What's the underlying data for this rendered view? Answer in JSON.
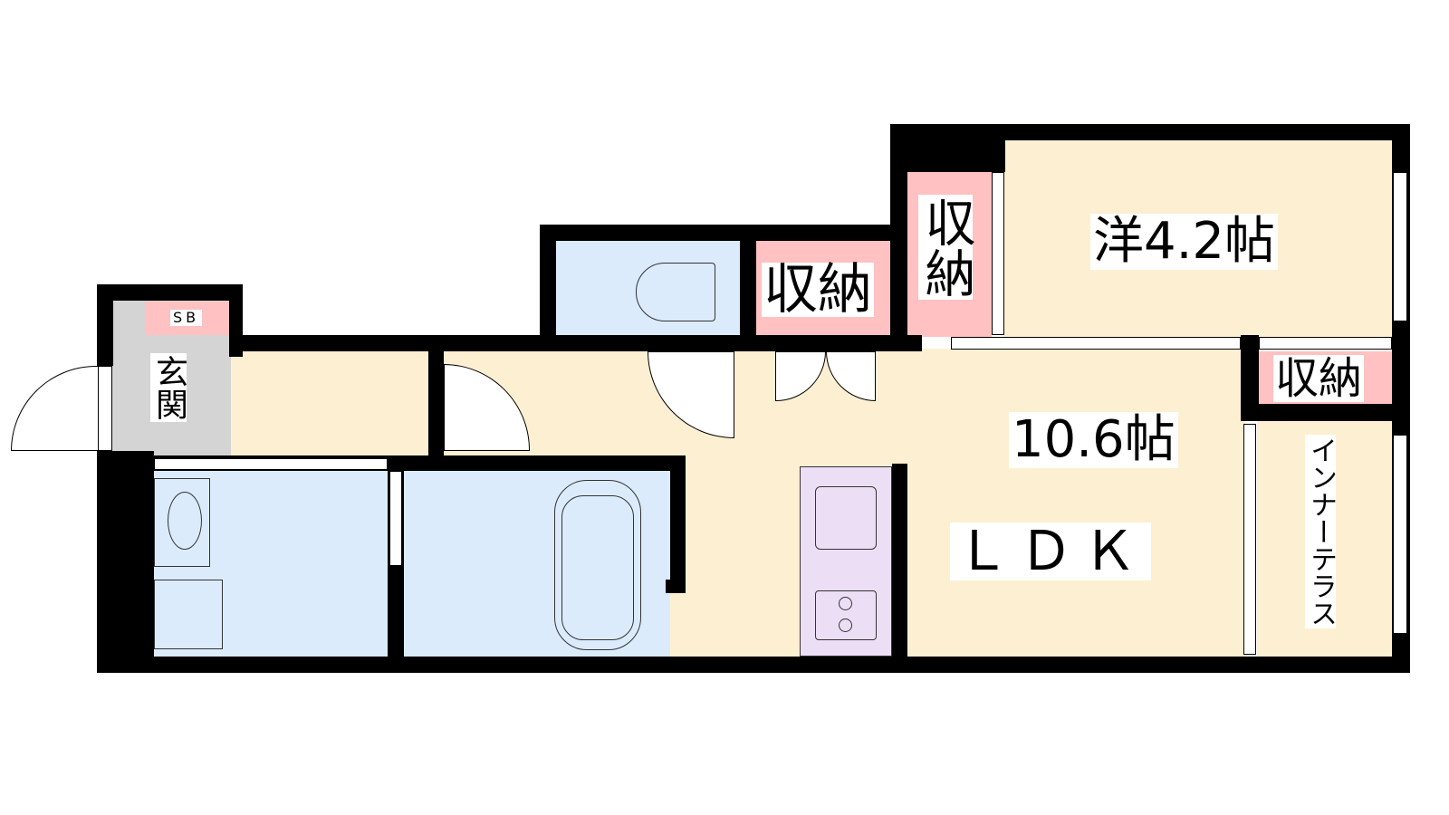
{
  "rooms": {
    "shoe_box": "SB",
    "entrance": "玄関",
    "storage_toilet_side": "収納",
    "storage_western": "収納",
    "storage_terrace": "収納",
    "western_room": "洋4.2帖",
    "ldk_size": "10.6帖",
    "ldk": "ＬＤＫ",
    "inner_terrace": "インナーテラス"
  },
  "colors": {
    "living": "#fdf0d2",
    "wet": "#dbebfc",
    "storage": "#ffc1c1",
    "entrance": "#d4d4d4",
    "kitchen": "#ecdff5",
    "wall": "#000000"
  }
}
